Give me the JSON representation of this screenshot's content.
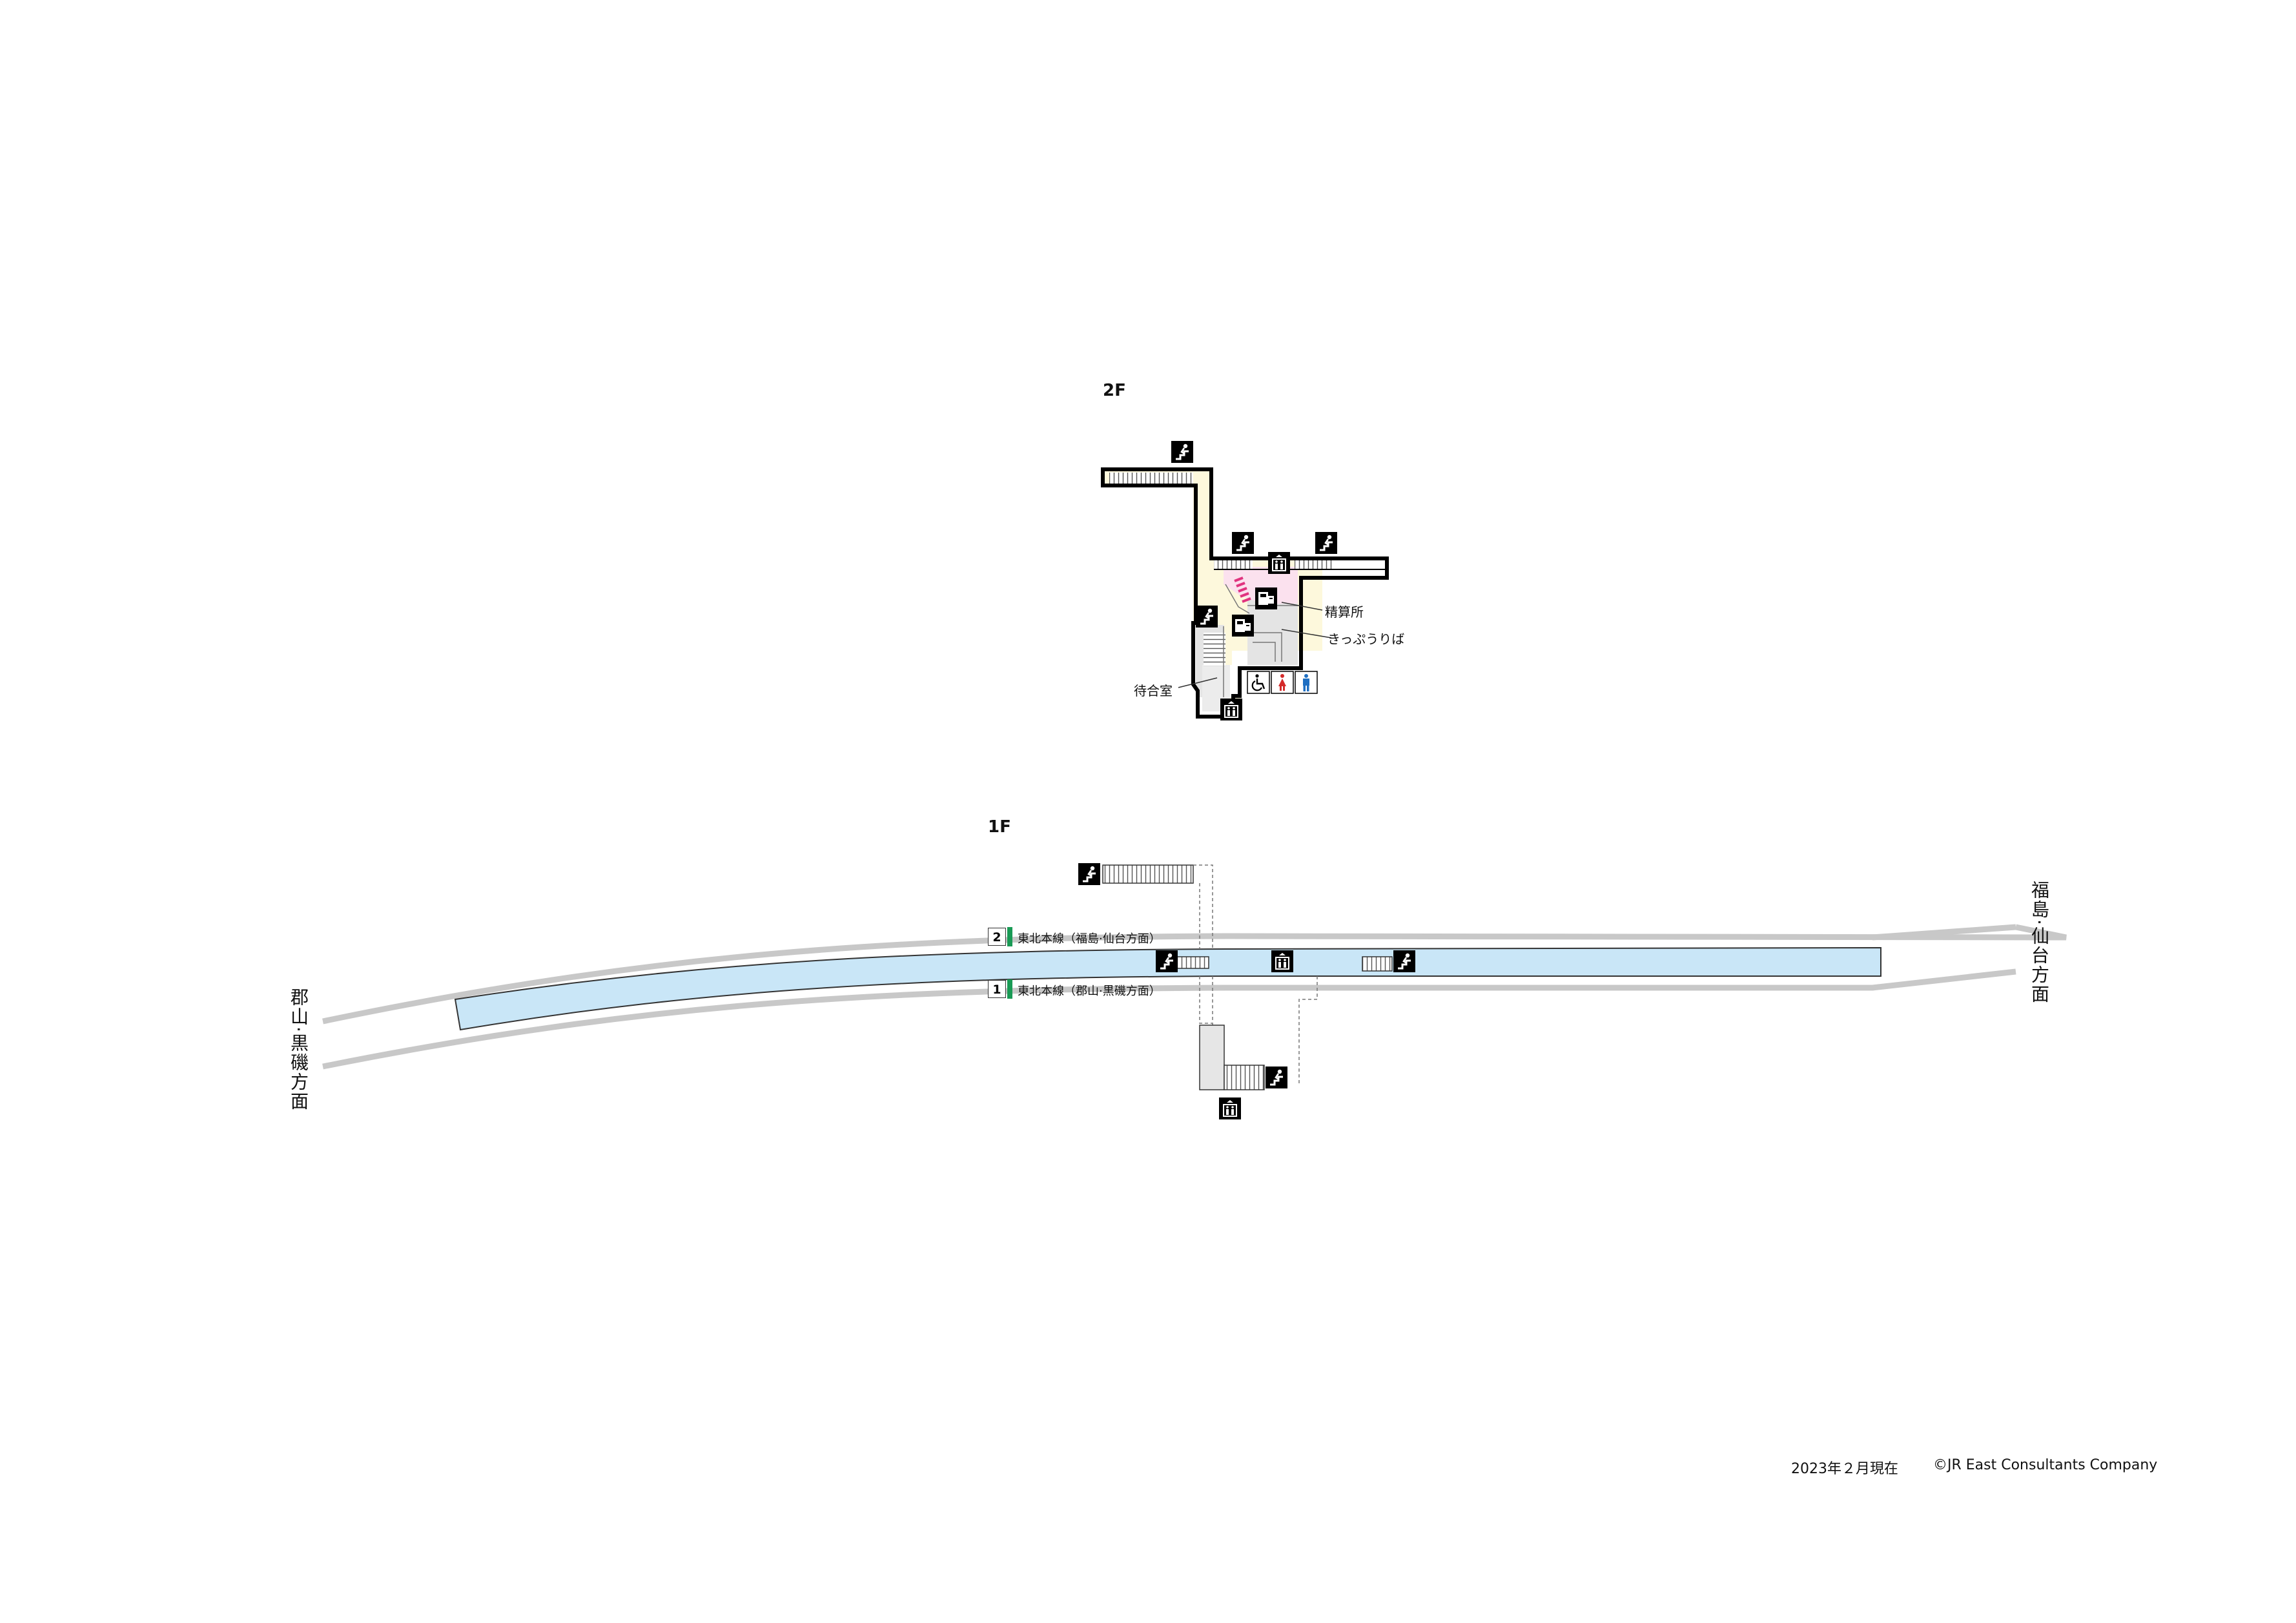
{
  "floors": {
    "upper": "2F",
    "lower": "1F"
  },
  "rooms": {
    "fare_adjustment": "精算所",
    "ticket_office": "きっぷうりば",
    "waiting_room": "待合室"
  },
  "directions": {
    "east": "福島·仙台方面",
    "west": "郡山·黒磯方面"
  },
  "platforms": [
    {
      "number": "2",
      "line": "東北本線（福島·仙台方面）"
    },
    {
      "number": "1",
      "line": "東北本線（郡山·黒磯方面）"
    }
  ],
  "footer": {
    "date": "2023年２月現在",
    "copyright": "©JR East Consultants Company"
  },
  "colors": {
    "platform": "#c9e6f7",
    "concourse": "#fdf8dc",
    "ticket_gate_area": "#fbe1ee",
    "facility_gray": "#e6e6e6",
    "track": "#c8c8c8",
    "wall": "#000000",
    "line_green": "#1a9a55"
  },
  "icons": [
    "stairs-icon",
    "elevator-icon",
    "ticket-machine-icon",
    "wheelchair-icon",
    "women-icon",
    "men-icon"
  ]
}
